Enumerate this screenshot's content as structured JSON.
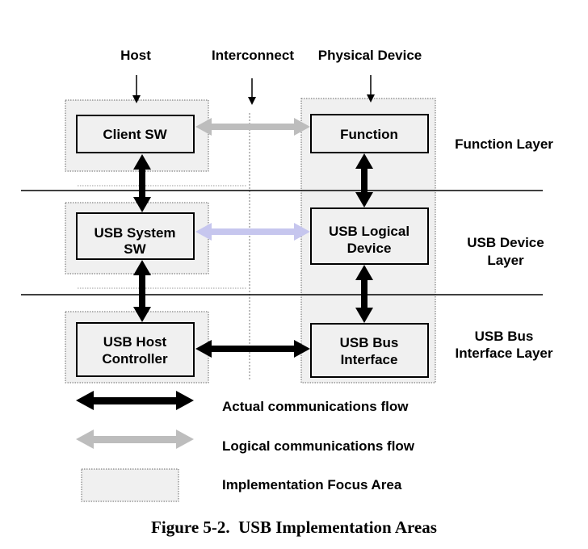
{
  "columns": {
    "host": "Host",
    "interconnect": "Interconnect",
    "physical_device": "Physical Device"
  },
  "boxes": {
    "client_sw": "Client SW",
    "usb_system_sw": [
      "USB System",
      "SW"
    ],
    "usb_host_controller": [
      "USB Host",
      "Controller"
    ],
    "function": "Function",
    "usb_logical_device": [
      "USB Logical",
      "Device"
    ],
    "usb_bus_interface": [
      "USB Bus",
      "Interface"
    ]
  },
  "layers": {
    "function_layer": "Function Layer",
    "usb_device_layer": [
      "USB Device",
      "Layer"
    ],
    "usb_bus_interface_layer": [
      "USB Bus",
      "Interface Layer"
    ]
  },
  "legend": {
    "actual": "Actual communications flow",
    "logical": "Logical communications flow",
    "focus_area": "Implementation Focus Area"
  },
  "caption": "Figure 5-2.  USB Implementation Areas",
  "colors": {
    "actual_flow": "#000000",
    "logical_flow": "#bdbdbd",
    "logical_flow_device": "#c6c6ee",
    "focus_area_fill": "#f0f0f0"
  }
}
